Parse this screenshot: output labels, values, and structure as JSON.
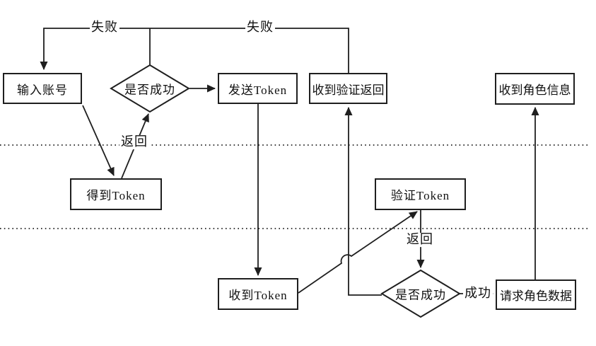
{
  "diagram": {
    "type": "flowchart",
    "background": "#ffffff",
    "line_color": "#1f1f1f",
    "box_border_color": "#1f1f1f",
    "text_color": "#111111",
    "lanes": {
      "count": 3,
      "divider_style": "dotted"
    },
    "nodes": {
      "input_account": "输入账号",
      "decision_login": "是否成功",
      "send_token": "发送Token",
      "recv_verify_return": "收到验证返回",
      "recv_role_info": "收到角色信息",
      "get_token": "得到Token",
      "verify_token": "验证Token",
      "recv_token": "收到Token",
      "decision_verify": "是否成功",
      "request_role_data": "请求角色数据"
    },
    "edge_labels": {
      "fail_left": "失败",
      "fail_right": "失败",
      "return_top": "返回",
      "return_bottom": "返回",
      "success": "成功"
    }
  }
}
